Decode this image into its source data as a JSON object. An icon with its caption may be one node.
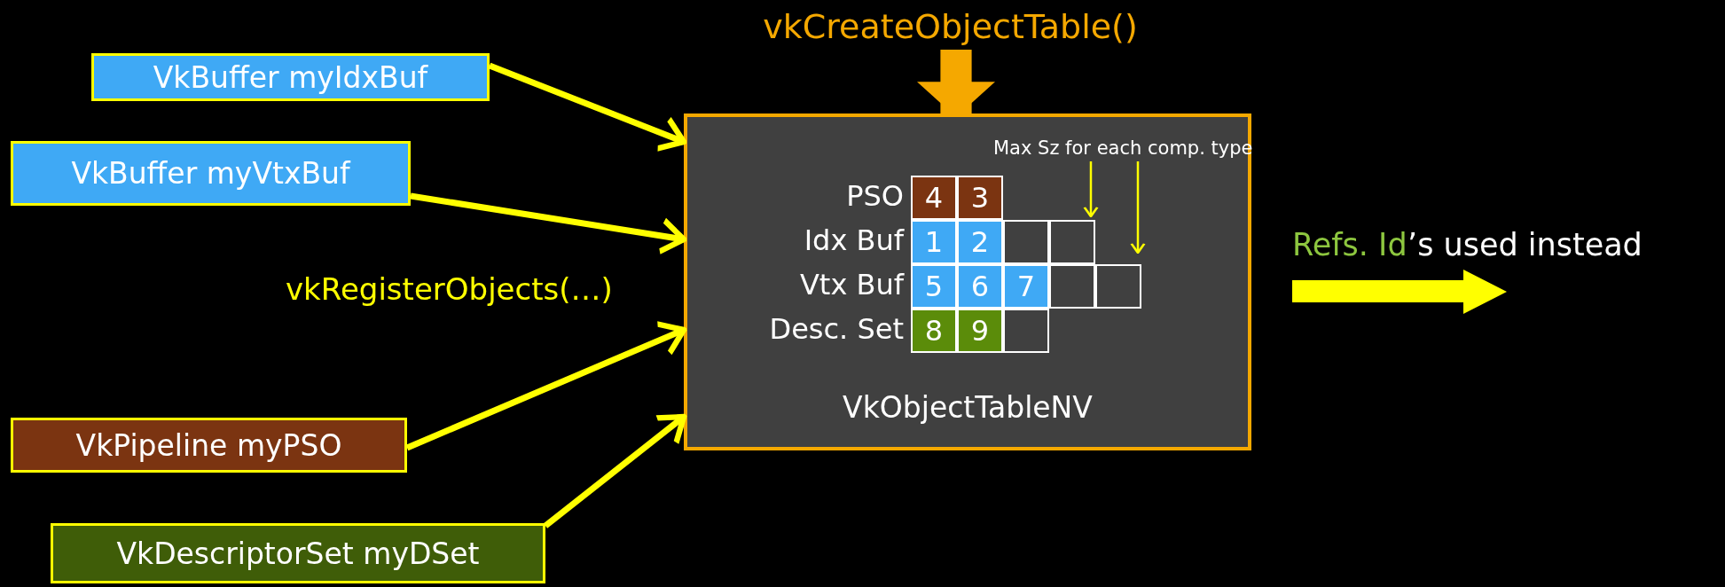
{
  "diagram": {
    "nodes": [
      {
        "text": [
          "VkBuffer myIdxBuf"
        ]
      },
      {
        "text": [
          "VkBuffer myVtxBuf"
        ]
      },
      {
        "text": [
          "VkPipeline myPSO"
        ]
      },
      {
        "text": [
          "VkDescriptorSet myDSet"
        ]
      },
      {
        "text": [
          "vkCreateObjectTable()"
        ]
      },
      {
        "text": [
          "VkObjectTableNV"
        ]
      },
      {
        "text": [
          "Max Sz for each comp. type"
        ],
        "in": 5
      }
    ],
    "edges": [
      {
        "from": 0,
        "to": 5,
        "arrow": "to"
      },
      {
        "from": 1,
        "to": 5,
        "arrow": "to"
      },
      {
        "from": 2,
        "to": 5,
        "arrow": "to"
      },
      {
        "from": 3,
        "to": 5,
        "arrow": "to"
      },
      {
        "from": 4,
        "to": 5,
        "arrow": "to",
        "style": "thick",
        "color": "#f5a800"
      },
      {
        "from": 6,
        "to": null,
        "arrow": "to"
      },
      {
        "from": 6,
        "to": null,
        "arrow": "to"
      }
    ],
    "labels": [
      "vkRegisterObjects(…)",
      "PSO",
      "4",
      "3",
      "Idx Buf",
      "1",
      "2",
      "Vtx Buf",
      "5",
      "6",
      "7",
      "Desc. Set",
      "8",
      "9",
      "Refs. Id",
      "’s used instead"
    ]
  }
}
